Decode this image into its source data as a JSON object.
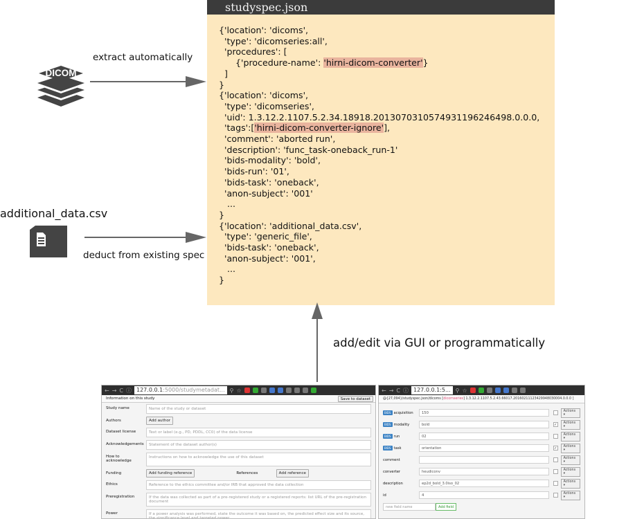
{
  "spec": {
    "title": "studyspec.json",
    "lines": [
      [
        {
          "t": "{'location': 'dicoms',"
        }
      ],
      [
        {
          "t": "  'type': 'dicomseries:all',"
        }
      ],
      [
        {
          "t": "  'procedures': ["
        }
      ],
      [
        {
          "t": "      {'procedure-name': "
        },
        {
          "t": "'hirni-dicom-converter'",
          "hl": true
        },
        {
          "t": "}"
        }
      ],
      [
        {
          "t": "  ]"
        }
      ],
      [
        {
          "t": "}"
        }
      ],
      [
        {
          "t": "{'location': 'dicoms',"
        }
      ],
      [
        {
          "t": "  'type': 'dicomseries',"
        }
      ],
      [
        {
          "t": "  'uid': 1.3.12.2.1107.5.2.34.18918.2013070310574931196246498.0.0.0,"
        }
      ],
      [
        {
          "t": "  'tags':["
        },
        {
          "t": "'hirni-dicom-converter-ignore'",
          "hl": true
        },
        {
          "t": "],"
        }
      ],
      [
        {
          "t": "  'comment': 'aborted run',"
        }
      ],
      [
        {
          "t": "  'description': 'func_task-oneback_run-1'"
        }
      ],
      [
        {
          "t": "  'bids-modality': 'bold',"
        }
      ],
      [
        {
          "t": "  'bids-run': '01',"
        }
      ],
      [
        {
          "t": "  'bids-task': 'oneback',"
        }
      ],
      [
        {
          "t": "  'anon-subject': '001'"
        }
      ],
      [
        {
          "t": "   ..."
        }
      ],
      [
        {
          "t": "}"
        }
      ],
      [
        {
          "t": "{'location': 'additional_data.csv',"
        }
      ],
      [
        {
          "t": "  'type': 'generic_file',"
        }
      ],
      [
        {
          "t": "  'bids-task': 'oneback',"
        }
      ],
      [
        {
          "t": "  'anon-subject': '001',"
        }
      ],
      [
        {
          "t": "   ..."
        }
      ],
      [
        {
          "t": "}"
        }
      ]
    ]
  },
  "dicom_icon_label": "DICOM",
  "labels": {
    "extract": "extract automatically",
    "csv_name": "additional_data.csv",
    "deduct": "deduct from existing spec",
    "gui": "add/edit via GUI  or programmatically"
  },
  "left_window": {
    "url_host": "127.0.0.1",
    "url_rest": ":5000/studymetadat...",
    "header": "Information on this study",
    "save_button": "Save to dataset",
    "rows": [
      {
        "label": "Study name",
        "placeholder": "Name of the study or dataset"
      },
      {
        "label": "Authors",
        "button": "Add author"
      },
      {
        "label": "Dataset license",
        "placeholder": "Text or label (e.g., PD, PDDL, CC0) of the data license"
      },
      {
        "label": "Acknowledgements",
        "placeholder": "Statement of the dataset author(s)"
      },
      {
        "label": "How to acknowledge",
        "placeholder": "Instructions on how to acknowledge the use of this dataset",
        "tall": true
      },
      {
        "label": "Funding",
        "button": "Add funding reference",
        "middle": "References",
        "button2": "Add reference"
      },
      {
        "label": "Ethics",
        "placeholder": "Reference to the ethics committee and/or IRB that approved the data collection"
      },
      {
        "label": "Preregistration",
        "placeholder": "If the data was collected as part of a pre-registered study or a registered reports: list URL of the pre-registration document"
      },
      {
        "label": "Power",
        "placeholder": "If a power analysis was performed, state the outcome it was based on, the predicted effect size and its source, the significance level and targeted power",
        "tall": true
      }
    ]
  },
  "right_window": {
    "url": "127.0.0.1:5...",
    "header_prefix": "@{27,094}/studyspec.json/dicoms [",
    "header_pink": "dicomseries",
    "header_suffix": "] 1.3.12.2.1107.5.2.43.66017.20160211123429948030004.0.0.0 ]",
    "fields": [
      {
        "badge": "BIDS",
        "key": "acquisition",
        "value": "150",
        "checked": false
      },
      {
        "badge": "BIDS",
        "key": "modality",
        "value": "bold",
        "checked": true
      },
      {
        "badge": "BIDS",
        "key": "run",
        "value": "02",
        "checked": false
      },
      {
        "badge": "BIDS",
        "key": "task",
        "value": "orientation",
        "checked": true
      },
      {
        "key": "comment",
        "value": "",
        "checked": false
      },
      {
        "key": "converter",
        "value": "heudiconv",
        "checked": false
      },
      {
        "key": "description",
        "value": "ep2d_bold_3.0iso_02",
        "checked": false
      },
      {
        "key": "id",
        "value": "4",
        "checked": false
      }
    ],
    "actions_label": "Actions ▾",
    "new_field_placeholder": "new field name",
    "add_field_button": "Add field"
  },
  "colors": {
    "spec_background": "#fde8bf",
    "header_background": "#3b3b3b",
    "highlight": "#e9b49e",
    "arrow": "#666666",
    "icon": "#444444"
  }
}
